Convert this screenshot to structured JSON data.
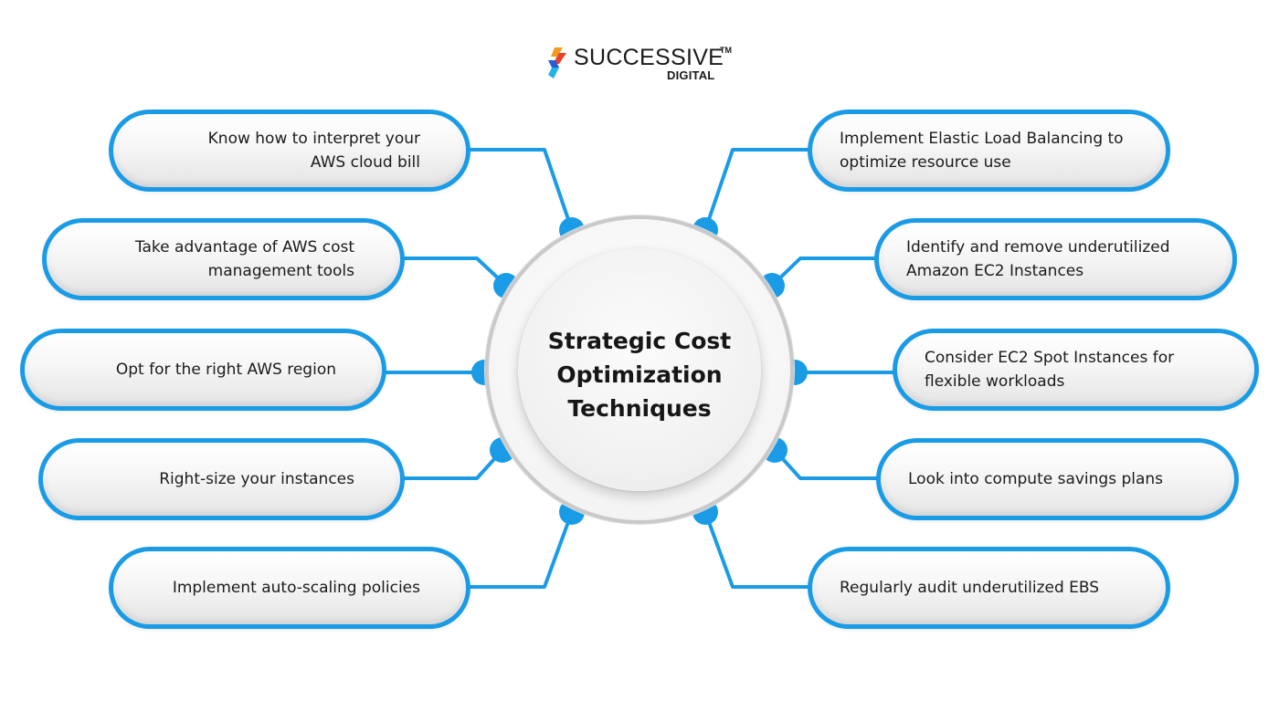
{
  "brand": {
    "name": "SUCCESSIVE",
    "trademark": "TM",
    "subtitle": "DIGITAL"
  },
  "center": {
    "title": "Strategic Cost\nOptimization\nTechniques"
  },
  "left_items": [
    {
      "label": "Know how to interpret your\nAWS cloud bill"
    },
    {
      "label": "Take advantage of AWS cost\nmanagement tools"
    },
    {
      "label": "Opt for the right AWS region"
    },
    {
      "label": "Right-size your instances"
    },
    {
      "label": "Implement auto-scaling policies"
    }
  ],
  "right_items": [
    {
      "label": "Implement Elastic Load Balancing to\noptimize resource use"
    },
    {
      "label": "Identify and remove underutilized\nAmazon EC2 Instances"
    },
    {
      "label": "Consider EC2 Spot Instances for\nflexible workloads"
    },
    {
      "label": "Look into compute savings plans"
    },
    {
      "label": "Regularly audit underutilized EBS"
    }
  ],
  "colors": {
    "accent": "#1a9be6",
    "ring": "#c9c9c9",
    "text": "#1b1b1b"
  }
}
